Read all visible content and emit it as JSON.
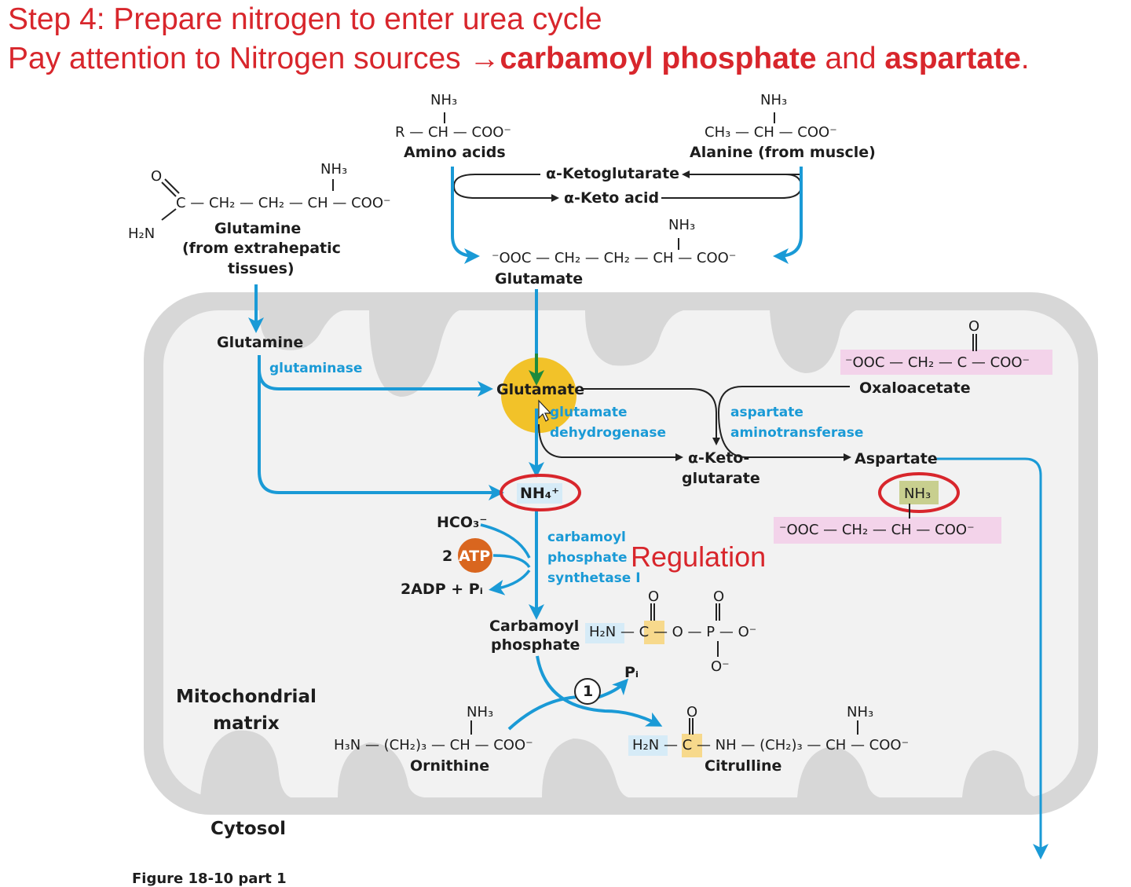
{
  "header": {
    "line1": "Step 4:  Prepare nitrogen to enter urea cycle",
    "line2_prefix": "Pay attention to Nitrogen sources ",
    "line2_arrow": "→",
    "line2_bold1": "carbamoyl phosphate",
    "line2_mid": " and ",
    "line2_bold2": "aspartate",
    "line2_end": "."
  },
  "compartments": {
    "matrix": "Mitochondrial\nmatrix",
    "cytosol": "Cytosol"
  },
  "molecules": {
    "amino_acids": {
      "nh3": "NH₃",
      "formula": "R — CH — COO⁻",
      "name": "Amino acids"
    },
    "alanine": {
      "nh3": "NH₃",
      "formula": "CH₃ — CH — COO⁻",
      "name": "Alanine (from muscle)"
    },
    "glutamine_outer": {
      "o": "O",
      "nh3": "NH₃",
      "formula": "C — CH₂ — CH₂ — CH — COO⁻",
      "h2n": "H₂N",
      "name": "Glutamine",
      "name2": "(from extrahepatic",
      "name3": "tissues)"
    },
    "glutamate_outer": {
      "nh3": "NH₃",
      "formula": "⁻OOC — CH₂ — CH₂ — CH — COO⁻",
      "name": "Glutamate"
    },
    "a_ketoglutarate_top": "α-Ketoglutarate",
    "a_keto_acid": "α-Keto acid",
    "glutamine_inner": "Glutamine",
    "glutamate_inner": "Glutamate",
    "oxaloacetate": {
      "o": "O",
      "formula": "⁻OOC — CH₂ — C — COO⁻",
      "name": "Oxaloacetate"
    },
    "a_ketoglutarate_inner": {
      "line1": "α-Keto-",
      "line2": "glutarate"
    },
    "aspartate": {
      "name": "Aspartate",
      "nh3": "NH₃",
      "formula": "⁻OOC — CH₂ — CH — COO⁻"
    },
    "nh4": "NH₄⁺",
    "hco3": "HCO₃⁻",
    "atp_count": "2",
    "atp": "ATP",
    "adp": "2ADP + Pᵢ",
    "carbamoyl_phosphate": {
      "line1": "Carbamoyl",
      "line2": "phosphate",
      "formula": "H₂N — C — O — P — O⁻",
      "o_top1": "O",
      "o_top2": "O",
      "o_bottom": "O⁻"
    },
    "pi": "Pᵢ",
    "step_number": "1",
    "ornithine": {
      "nh3": "NH₃",
      "formula": "H₃N — (CH₂)₃ — CH — COO⁻",
      "name": "Ornithine"
    },
    "citrulline": {
      "o": "O",
      "nh3": "NH₃",
      "formula": "H₂N — C — NH — (CH₂)₃ — CH — COO⁻",
      "name": "Citrulline"
    }
  },
  "enzymes": {
    "glutaminase": "glutaminase",
    "glutamate_dh": {
      "line1": "glutamate",
      "line2": "dehydrogenase"
    },
    "asp_at": {
      "line1": "aspartate",
      "line2": "aminotransferase"
    },
    "cps1": {
      "line1": "carbamoyl",
      "line2": "phosphate",
      "line3": "synthetase I"
    }
  },
  "annotation": {
    "regulation": "Regulation"
  },
  "caption": "Figure 18-10 part 1",
  "colors": {
    "title": "#d8262c",
    "enzyme": "#1a9ad6",
    "arrow": "#1a9ad6",
    "highlight_ring": "#d8262c",
    "glutamate_spot": "#f2c229",
    "atp": "#d9661f",
    "pink_box": "#f3d3ea",
    "membrane": "#d9d9d9",
    "matrix_fill": "#f2f2f2"
  }
}
